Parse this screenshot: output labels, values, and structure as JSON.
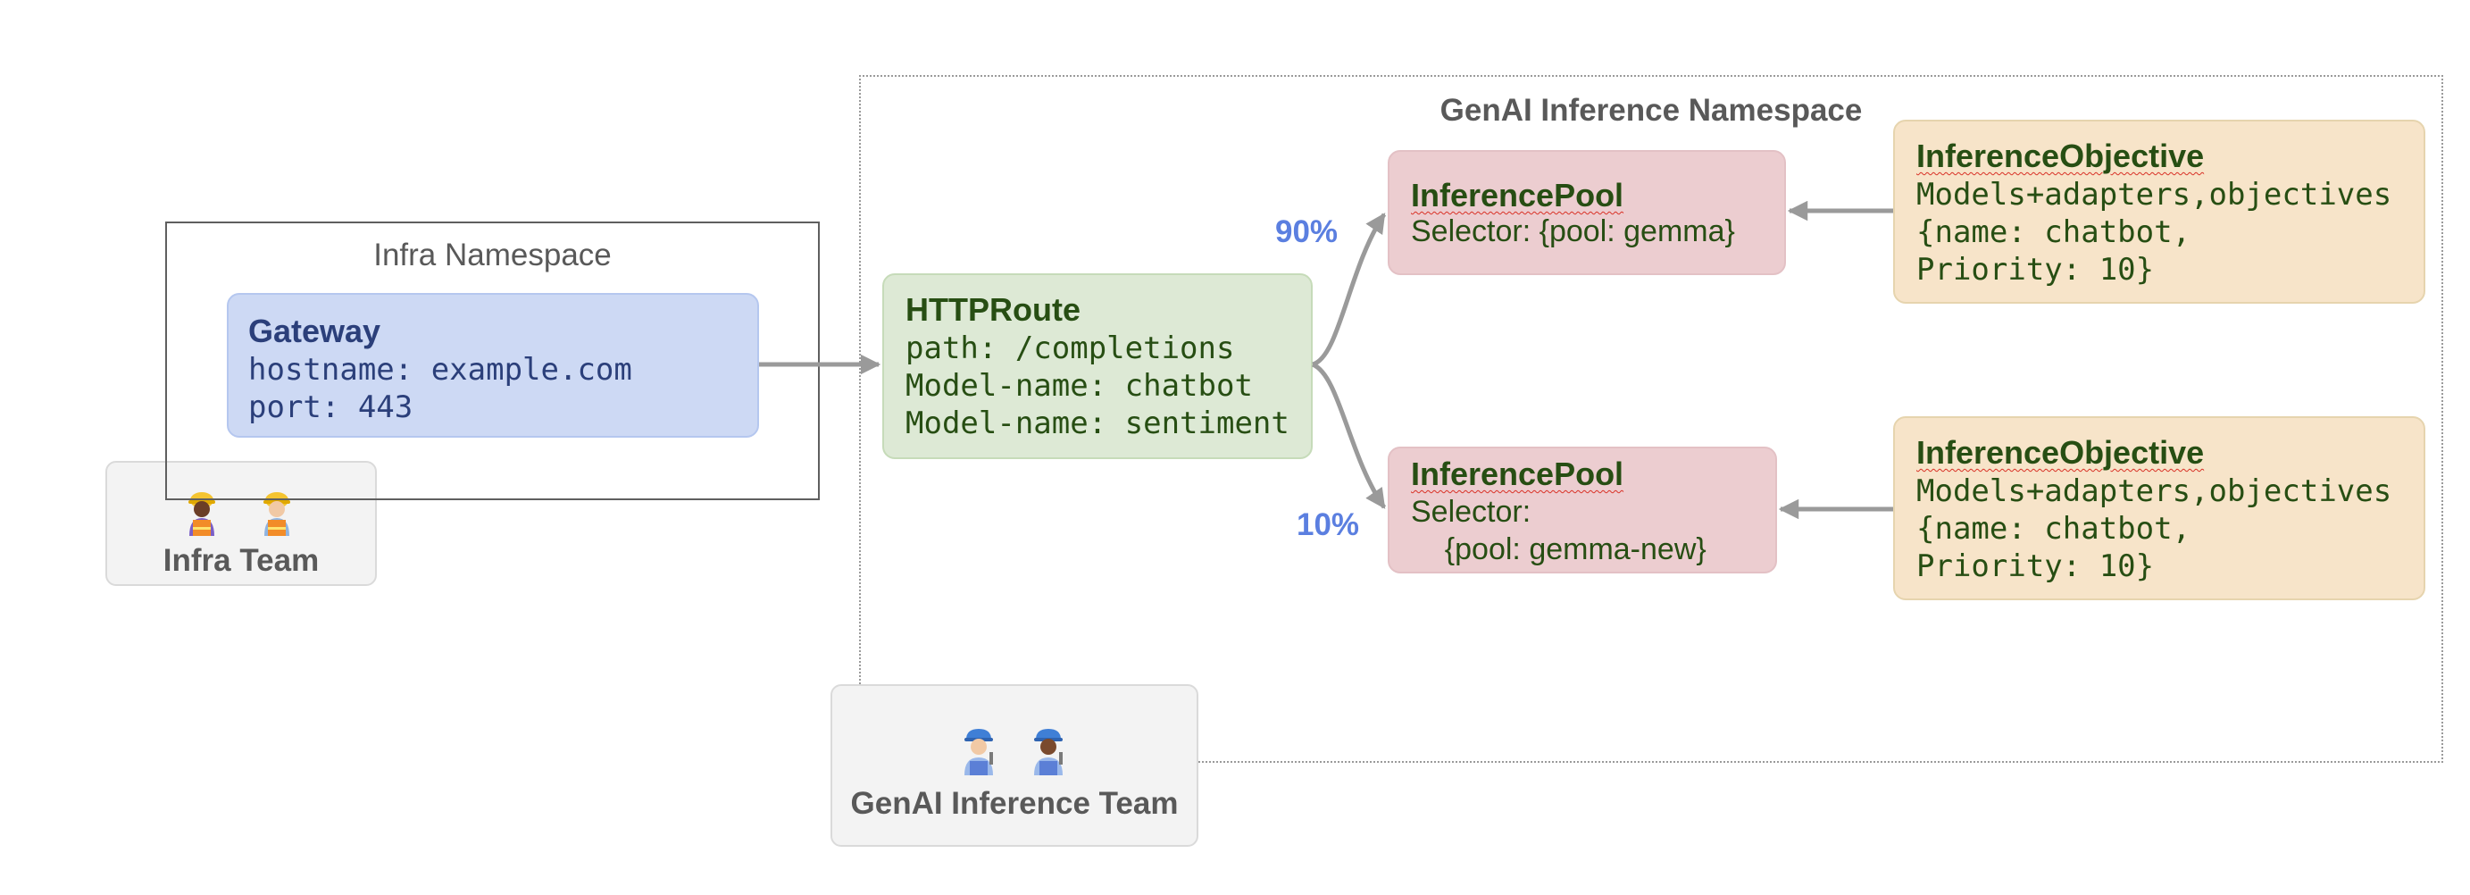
{
  "namespaces": {
    "genai": {
      "title": "GenAI Inference Namespace"
    },
    "infra": {
      "title": "Infra Namespace"
    }
  },
  "teams": {
    "infra": {
      "label": "Infra Team"
    },
    "genai": {
      "label": "GenAI Inference Team"
    }
  },
  "gateway": {
    "title": "Gateway",
    "lines": [
      "hostname: example.com",
      "port: 443"
    ]
  },
  "httproute": {
    "title": "HTTPRoute",
    "lines": [
      "path: /completions",
      "Model-name: chatbot",
      "Model-name: sentiment"
    ]
  },
  "pools": [
    {
      "title": "InferencePool",
      "lines": [
        "Selector: {pool: gemma}"
      ]
    },
    {
      "title": "InferencePool",
      "lines": [
        "Selector:",
        "    {pool: gemma-new}"
      ]
    }
  ],
  "objectives": [
    {
      "title": "InferenceObjective",
      "lines": [
        "Models+adapters,objectives",
        "{name: chatbot,",
        "Priority: 10}"
      ]
    },
    {
      "title": "InferenceObjective",
      "lines": [
        "Models+adapters,objectives",
        "{name: chatbot,",
        "Priority: 10}"
      ]
    }
  ],
  "weights": {
    "primary": "90%",
    "secondary": "10%"
  },
  "colors": {
    "arrow": "#9a9a9a",
    "percent": "#5b7fe0",
    "gateway": "#cdd9f4",
    "httproute": "#dde9d5",
    "pool": "#eccdd0",
    "objective": "#f7e4c9"
  }
}
